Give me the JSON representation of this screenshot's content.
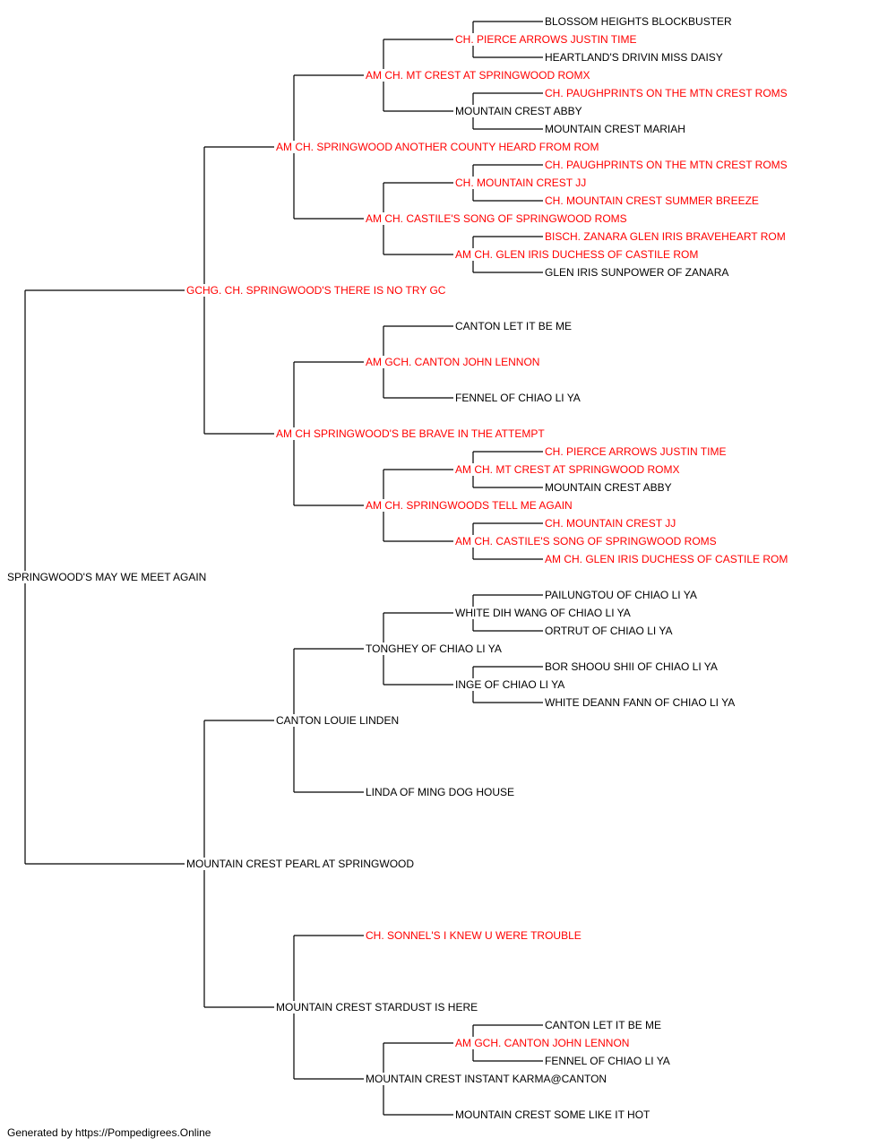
{
  "colors": {
    "champion_text": "#ff0000",
    "plain_text": "#000000",
    "connector_line": "#000000"
  },
  "pedigree": {
    "name": "SPRINGWOOD'S MAY WE MEET AGAIN",
    "titled": false,
    "sire": {
      "name": "GCHG. CH. SPRINGWOOD'S THERE IS NO TRY GC",
      "titled": true,
      "sire": {
        "name": "AM CH. SPRINGWOOD ANOTHER COUNTY HEARD FROM ROM",
        "titled": true,
        "sire": {
          "name": "AM CH. MT CREST AT SPRINGWOOD ROMX",
          "titled": true,
          "sire": {
            "name": "CH. PIERCE ARROWS JUSTIN TIME",
            "titled": true,
            "sire": {
              "name": "BLOSSOM HEIGHTS BLOCKBUSTER",
              "titled": false
            },
            "dam": {
              "name": "HEARTLAND'S DRIVIN MISS DAISY",
              "titled": false
            }
          },
          "dam": {
            "name": "MOUNTAIN CREST ABBY",
            "titled": false,
            "sire": {
              "name": "CH. PAUGHPRINTS ON THE MTN CREST ROMS",
              "titled": true
            },
            "dam": {
              "name": "MOUNTAIN CREST MARIAH",
              "titled": false
            }
          }
        },
        "dam": {
          "name": "AM CH. CASTILE'S SONG OF SPRINGWOOD ROMS",
          "titled": true,
          "sire": {
            "name": "CH. MOUNTAIN CREST JJ",
            "titled": true,
            "sire": {
              "name": "CH. PAUGHPRINTS ON THE MTN CREST ROMS",
              "titled": true
            },
            "dam": {
              "name": "CH. MOUNTAIN CREST SUMMER BREEZE",
              "titled": true
            }
          },
          "dam": {
            "name": "AM CH. GLEN IRIS DUCHESS OF CASTILE ROM",
            "titled": true,
            "sire": {
              "name": "BISCH. ZANARA GLEN IRIS BRAVEHEART ROM",
              "titled": true
            },
            "dam": {
              "name": "GLEN IRIS SUNPOWER OF ZANARA",
              "titled": false
            }
          }
        }
      },
      "dam": {
        "name": "AM CH SPRINGWOOD'S BE BRAVE IN THE ATTEMPT",
        "titled": true,
        "sire": {
          "name": "AM GCH. CANTON JOHN LENNON",
          "titled": true,
          "sire": {
            "name": "CANTON LET IT BE ME",
            "titled": false
          },
          "dam": {
            "name": "FENNEL OF CHIAO LI YA",
            "titled": false
          }
        },
        "dam": {
          "name": "AM CH. SPRINGWOODS TELL ME AGAIN",
          "titled": true,
          "sire": {
            "name": "AM CH. MT CREST AT SPRINGWOOD ROMX",
            "titled": true,
            "sire": {
              "name": "CH. PIERCE ARROWS JUSTIN TIME",
              "titled": true
            },
            "dam": {
              "name": "MOUNTAIN CREST ABBY",
              "titled": false
            }
          },
          "dam": {
            "name": "AM CH. CASTILE'S SONG OF SPRINGWOOD ROMS",
            "titled": true,
            "sire": {
              "name": "CH. MOUNTAIN CREST JJ",
              "titled": true
            },
            "dam": {
              "name": "AM CH. GLEN IRIS DUCHESS OF CASTILE ROM",
              "titled": true
            }
          }
        }
      }
    },
    "dam": {
      "name": "MOUNTAIN CREST PEARL AT SPRINGWOOD",
      "titled": false,
      "sire": {
        "name": "CANTON LOUIE LINDEN",
        "titled": false,
        "sire": {
          "name": "TONGHEY OF CHIAO LI YA",
          "titled": false,
          "sire": {
            "name": "WHITE DIH WANG OF CHIAO LI YA",
            "titled": false,
            "sire": {
              "name": "PAILUNGTOU OF CHIAO LI YA",
              "titled": false
            },
            "dam": {
              "name": "ORTRUT OF CHIAO LI YA",
              "titled": false
            }
          },
          "dam": {
            "name": "INGE OF CHIAO LI YA",
            "titled": false,
            "sire": {
              "name": "BOR SHOOU SHII OF CHIAO LI YA",
              "titled": false
            },
            "dam": {
              "name": "WHITE DEANN FANN OF CHIAO LI YA",
              "titled": false
            }
          }
        },
        "dam": {
          "name": "LINDA OF MING DOG HOUSE",
          "titled": false
        }
      },
      "dam": {
        "name": "MOUNTAIN CREST STARDUST IS HERE",
        "titled": false,
        "sire": {
          "name": "CH. SONNEL'S I KNEW U WERE TROUBLE",
          "titled": true
        },
        "dam": {
          "name": "MOUNTAIN CREST INSTANT KARMA@CANTON",
          "titled": false,
          "sire": {
            "name": "AM GCH. CANTON JOHN LENNON",
            "titled": true,
            "sire": {
              "name": "CANTON LET IT BE ME",
              "titled": false
            },
            "dam": {
              "name": "FENNEL OF CHIAO LI YA",
              "titled": false
            }
          },
          "dam": {
            "name": "MOUNTAIN CREST SOME LIKE IT HOT",
            "titled": false
          }
        }
      }
    }
  },
  "footer": {
    "credit": "Generated by https://Pompedigrees.Online"
  }
}
